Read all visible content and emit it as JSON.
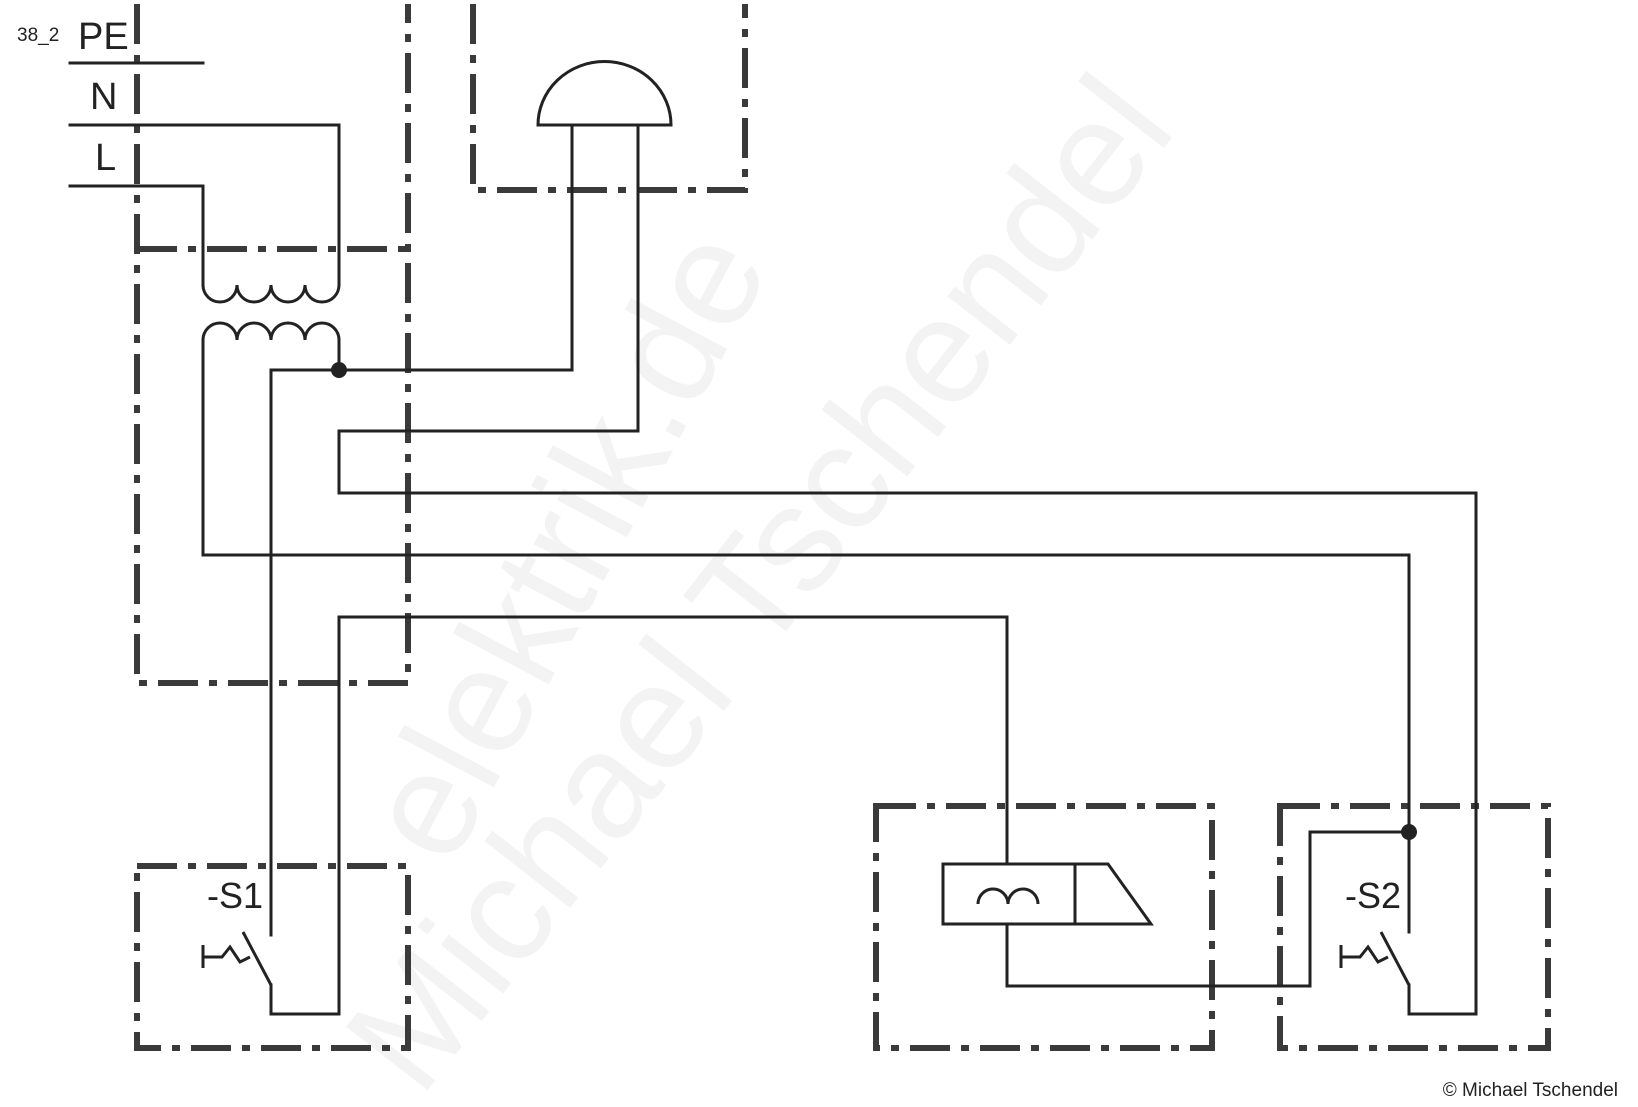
{
  "diagram": {
    "id_label": "38_2",
    "conductors": {
      "pe": "PE",
      "n": "N",
      "l": "L"
    },
    "switch1_label": "-S1",
    "switch2_label": "-S2",
    "copyright": "© Michael Tschendel",
    "watermark": [
      "elektrik.de",
      "Michael Tschendel"
    ]
  }
}
